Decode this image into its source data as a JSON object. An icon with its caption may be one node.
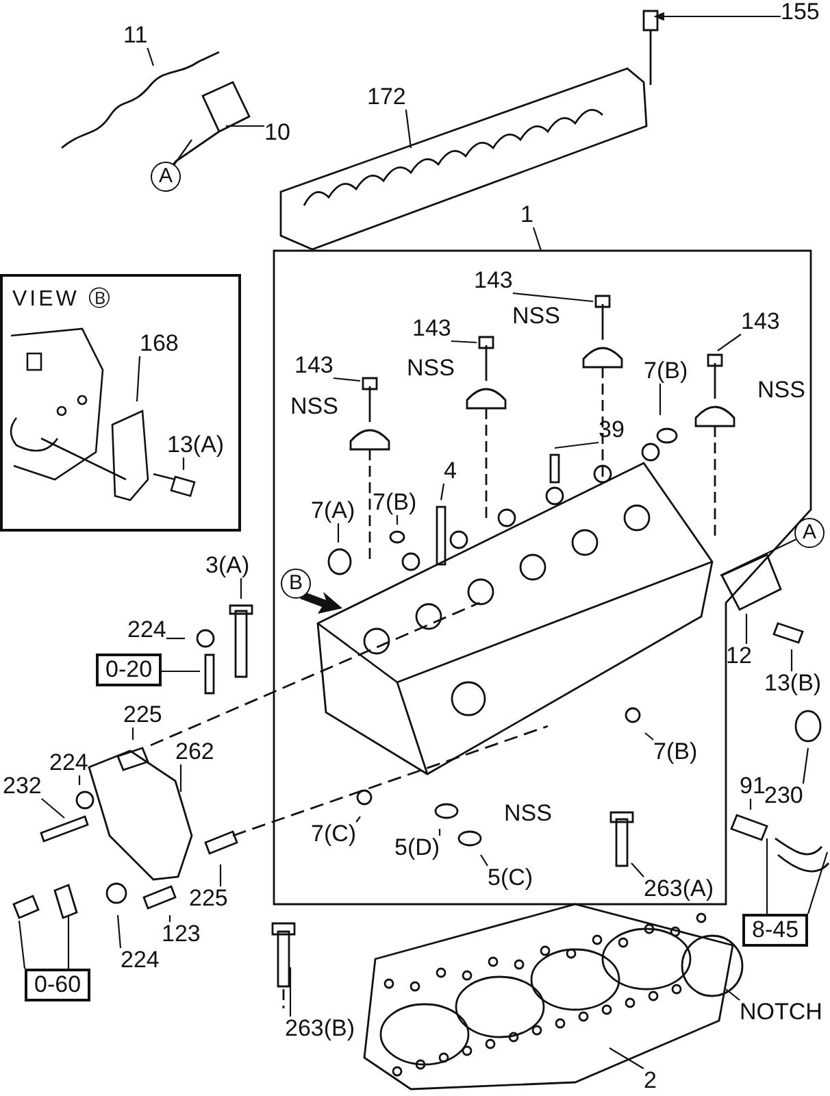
{
  "diagram": {
    "nodes": [
      {
        "text": [
          "11"
        ]
      },
      {
        "text": [
          "10"
        ]
      },
      {
        "text": [
          "A"
        ]
      },
      {
        "text": [
          "155"
        ]
      },
      {
        "text": [
          "172"
        ]
      },
      {
        "text": [
          "1"
        ]
      },
      {
        "text": [
          "VIEW Ⓑ"
        ]
      },
      {
        "text": [
          "168"
        ],
        "in": 6
      },
      {
        "text": [
          "13(A)"
        ],
        "in": 6
      },
      {
        "text": [
          "143"
        ]
      },
      {
        "text": [
          "NSS"
        ]
      },
      {
        "text": [
          "143"
        ]
      },
      {
        "text": [
          "143"
        ]
      },
      {
        "text": [
          "NSS"
        ]
      },
      {
        "text": [
          "NSS"
        ]
      },
      {
        "text": [
          "143"
        ]
      },
      {
        "text": [
          "NSS"
        ]
      },
      {
        "text": [
          "7(B)"
        ]
      },
      {
        "text": [
          "39"
        ]
      },
      {
        "text": [
          "4"
        ]
      },
      {
        "text": [
          "7(A)"
        ]
      },
      {
        "text": [
          "7(B)"
        ]
      },
      {
        "text": [
          "A"
        ]
      },
      {
        "text": [
          "B"
        ]
      },
      {
        "text": [
          "3(A)"
        ]
      },
      {
        "text": [
          "224"
        ]
      },
      {
        "text": [
          "0-20"
        ]
      },
      {
        "text": [
          "12"
        ]
      },
      {
        "text": [
          "13(B)"
        ]
      },
      {
        "text": [
          "225"
        ]
      },
      {
        "text": [
          "224"
        ]
      },
      {
        "text": [
          "262"
        ]
      },
      {
        "text": [
          "232"
        ]
      },
      {
        "text": [
          "7(B)"
        ]
      },
      {
        "text": [
          "230"
        ]
      },
      {
        "text": [
          "NSS"
        ]
      },
      {
        "text": [
          "91"
        ]
      },
      {
        "text": [
          "7(C)"
        ]
      },
      {
        "text": [
          "5(D)"
        ]
      },
      {
        "text": [
          "5(C)"
        ]
      },
      {
        "text": [
          "225"
        ]
      },
      {
        "text": [
          "263(A)"
        ]
      },
      {
        "text": [
          "123"
        ]
      },
      {
        "text": [
          "224"
        ]
      },
      {
        "text": [
          "8-45"
        ]
      },
      {
        "text": [
          "0-60"
        ]
      },
      {
        "text": [
          "263(B)"
        ]
      },
      {
        "text": [
          "NOTCH"
        ]
      },
      {
        "text": [
          "2"
        ]
      }
    ],
    "edges": [
      {
        "from": 0,
        "to": null,
        "arrow": "none"
      },
      {
        "from": 1,
        "to": null,
        "arrow": "none"
      },
      {
        "from": null,
        "to": 2,
        "arrow": "none"
      },
      {
        "from": 3,
        "to": null,
        "arrow": "to"
      },
      {
        "from": 4,
        "to": null,
        "arrow": "none"
      },
      {
        "from": 5,
        "to": null,
        "arrow": "none"
      },
      {
        "from": 7,
        "to": null,
        "arrow": "none"
      },
      {
        "from": 8,
        "to": null,
        "arrow": "none"
      },
      {
        "from": 9,
        "to": null,
        "arrow": "none"
      },
      {
        "from": 11,
        "to": null,
        "arrow": "none"
      },
      {
        "from": 12,
        "to": null,
        "arrow": "none"
      },
      {
        "from": 15,
        "to": null,
        "arrow": "none"
      },
      {
        "from": 17,
        "to": null,
        "arrow": "none"
      },
      {
        "from": 18,
        "to": null,
        "arrow": "none"
      },
      {
        "from": 19,
        "to": null,
        "arrow": "none"
      },
      {
        "from": 20,
        "to": null,
        "arrow": "none"
      },
      {
        "from": 21,
        "to": null,
        "arrow": "none"
      },
      {
        "from": 22,
        "to": null,
        "arrow": "none"
      },
      {
        "from": 24,
        "to": null,
        "arrow": "none"
      },
      {
        "from": 25,
        "to": null,
        "arrow": "none"
      },
      {
        "from": 26,
        "to": null,
        "arrow": "none"
      },
      {
        "from": 27,
        "to": null,
        "arrow": "none"
      },
      {
        "from": 28,
        "to": null,
        "arrow": "none"
      },
      {
        "from": 29,
        "to": null,
        "arrow": "none"
      },
      {
        "from": 30,
        "to": null,
        "arrow": "none"
      },
      {
        "from": 31,
        "to": null,
        "arrow": "none"
      },
      {
        "from": 32,
        "to": null,
        "arrow": "none"
      },
      {
        "from": 33,
        "to": null,
        "arrow": "none"
      },
      {
        "from": 34,
        "to": null,
        "arrow": "none"
      },
      {
        "from": 36,
        "to": null,
        "arrow": "none"
      },
      {
        "from": 37,
        "to": null,
        "arrow": "none"
      },
      {
        "from": 38,
        "to": null,
        "arrow": "none"
      },
      {
        "from": 39,
        "to": null,
        "arrow": "none"
      },
      {
        "from": 40,
        "to": null,
        "arrow": "none"
      },
      {
        "from": 41,
        "to": null,
        "arrow": "none"
      },
      {
        "from": 42,
        "to": null,
        "arrow": "none"
      },
      {
        "from": 43,
        "to": null,
        "arrow": "none"
      },
      {
        "from": 44,
        "to": null,
        "arrow": "none"
      },
      {
        "from": 44,
        "to": null,
        "arrow": "none"
      },
      {
        "from": 45,
        "to": null,
        "arrow": "none"
      },
      {
        "from": 45,
        "to": null,
        "arrow": "none"
      },
      {
        "from": 46,
        "to": null,
        "arrow": "none"
      },
      {
        "from": 47,
        "to": null,
        "arrow": "none"
      },
      {
        "from": 48,
        "to": null,
        "arrow": "none"
      }
    ]
  }
}
